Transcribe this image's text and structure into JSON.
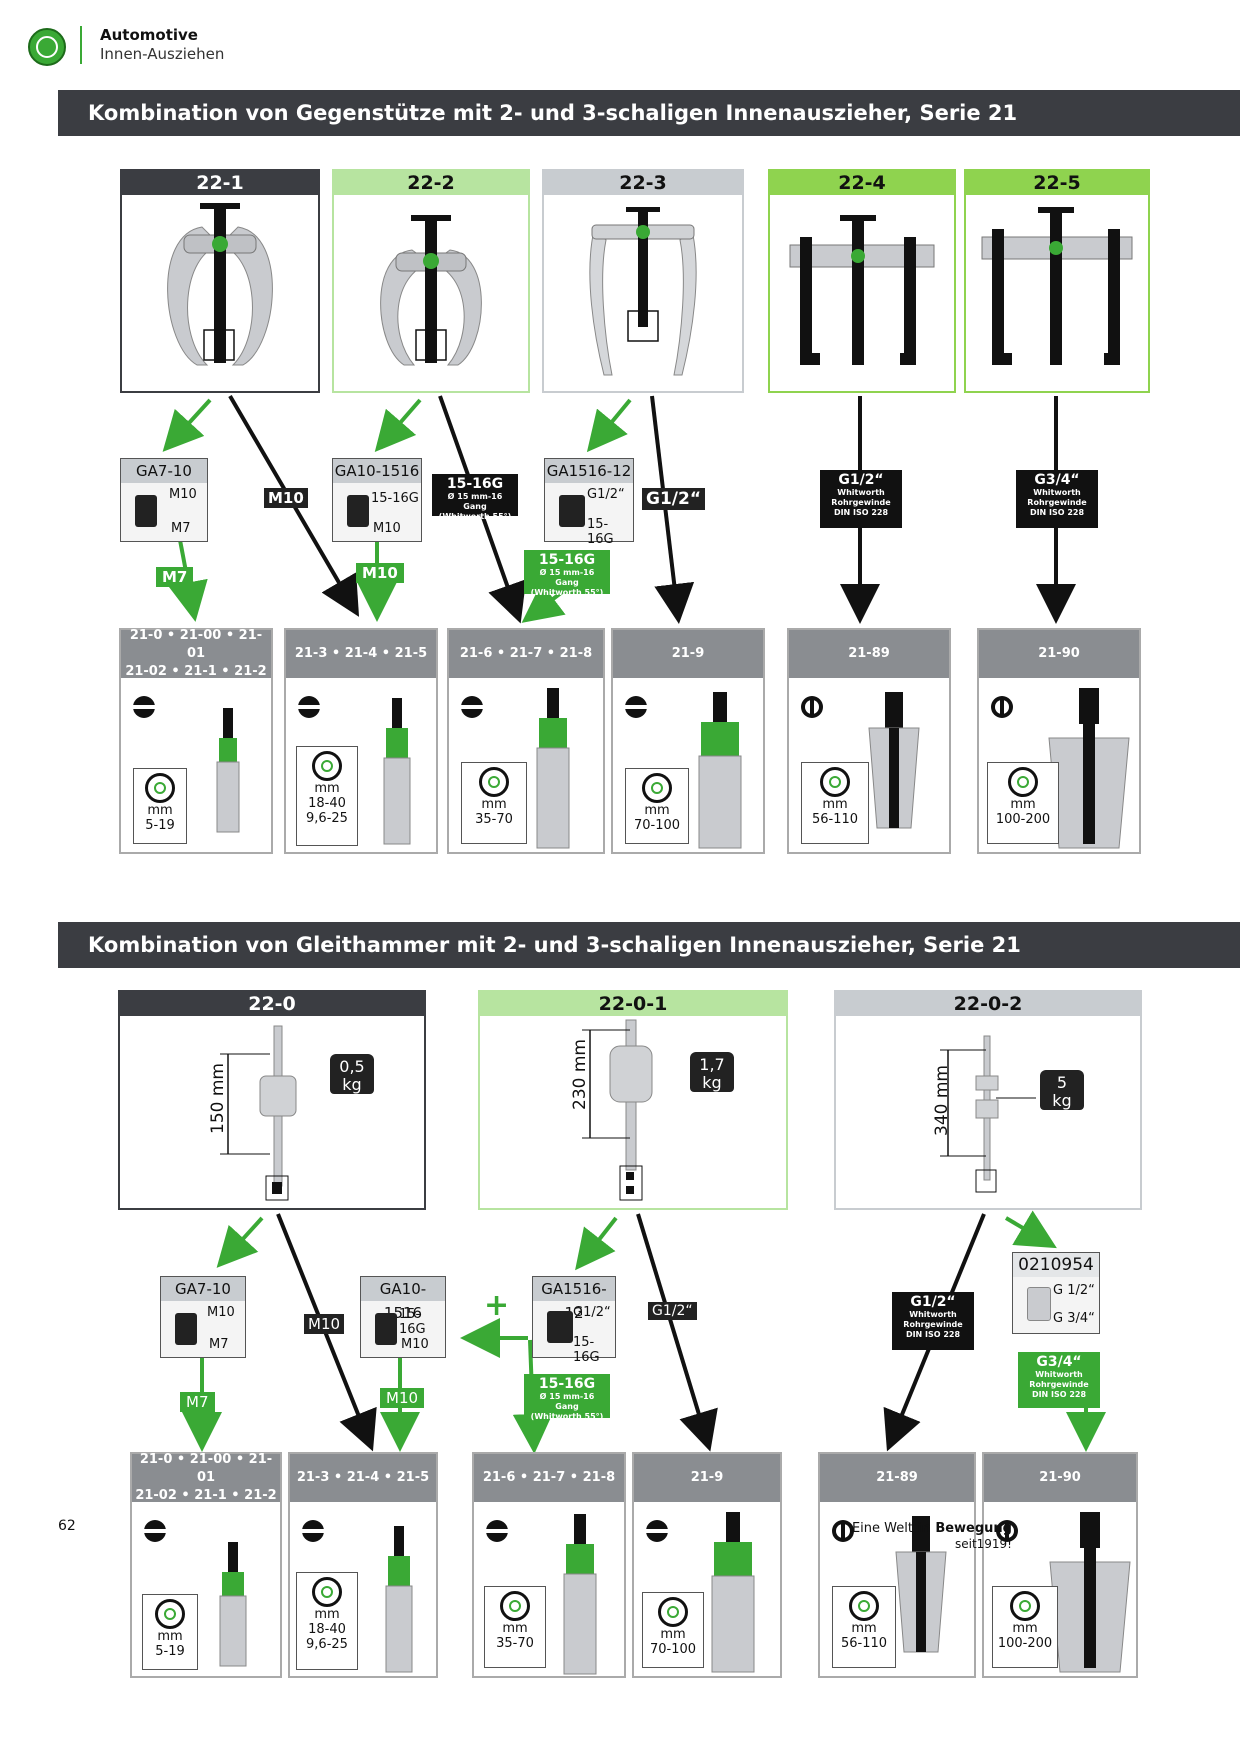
{
  "header": {
    "section": "Automotive",
    "subsection": "Innen-Ausziehen"
  },
  "banner1": "Kombination von Gegenstütze mit 2- und 3-schaligen Innenauszieher, Serie 21",
  "banner2": "Kombination von Gleithammer  mit 2- und 3-schaligen Innenauszieher, Serie 21",
  "top_products": [
    "22-1",
    "22-2",
    "22-3",
    "22-4",
    "22-5"
  ],
  "top_adapters": [
    {
      "name": "GA7-10",
      "l1": "M10",
      "l2": "M7"
    },
    {
      "name": "GA10-1516",
      "l1": "15-16G",
      "l2": "M10"
    },
    {
      "name": "GA1516-12",
      "l1": "G1/2“",
      "l2": "15-16G"
    }
  ],
  "top_labels": {
    "m7": "M7",
    "m10a": "M10",
    "m10b": "M10",
    "g12": "G1/2“"
  },
  "thread_15_16": {
    "t1": "15-16G",
    "t2": "Ø 15 mm-16 Gang",
    "t3": "(Whitworth 55°)"
  },
  "thread_g12": {
    "t1": "G1/2“",
    "t2": "Whitworth",
    "t3": "Rohrgewinde",
    "t4": "DIN ISO 228"
  },
  "thread_g34": {
    "t1": "G3/4“",
    "t2": "Whitworth",
    "t3": "Rohrgewinde",
    "t4": "DIN ISO 228"
  },
  "cards": [
    {
      "h": "21-0 • 21-00 • 21-01\n21-02 • 21-1 • 21-2",
      "unit": "mm",
      "range": "5-19",
      "range2": ""
    },
    {
      "h": "21-3 • 21-4 • 21-5",
      "unit": "mm",
      "range": "18-40",
      "range2": "9,6-25"
    },
    {
      "h": "21-6 • 21-7 • 21-8",
      "unit": "mm",
      "range": "35-70",
      "range2": ""
    },
    {
      "h": "21-9",
      "unit": "mm",
      "range": "70-100",
      "range2": ""
    },
    {
      "h": "21-89",
      "unit": "mm",
      "range": "56-110",
      "range2": ""
    },
    {
      "h": "21-90",
      "unit": "mm",
      "range": "100-200",
      "range2": ""
    }
  ],
  "bottom_products": [
    {
      "name": "22-0",
      "len": "150 mm",
      "w1": "0,5",
      "w2": "kg"
    },
    {
      "name": "22-0-1",
      "len": "230 mm",
      "w1": "1,7",
      "w2": "kg"
    },
    {
      "name": "22-0-2",
      "len": "340 mm",
      "w1": "5",
      "w2": "kg"
    }
  ],
  "bottom_adapters": [
    {
      "name": "GA7-10",
      "l1": "M10",
      "l2": "M7"
    },
    {
      "name": "GA10-1516",
      "l1": "15-16G",
      "l2": "M10"
    },
    {
      "name": "GA1516-12",
      "l1": "G1/2“",
      "l2": "15-16G"
    },
    {
      "name": "0210954",
      "l1": "G 1/2“",
      "l2": "G 3/4“"
    }
  ],
  "bottom_labels": {
    "m7": "M7",
    "m10a": "M10",
    "m10b": "M10",
    "g12": "G1/2“",
    "plus": "+"
  },
  "footer": {
    "page": "62",
    "slogan_a": "Eine Welt ",
    "slogan_b": "in Bewegung",
    "since": "seit1919!"
  }
}
